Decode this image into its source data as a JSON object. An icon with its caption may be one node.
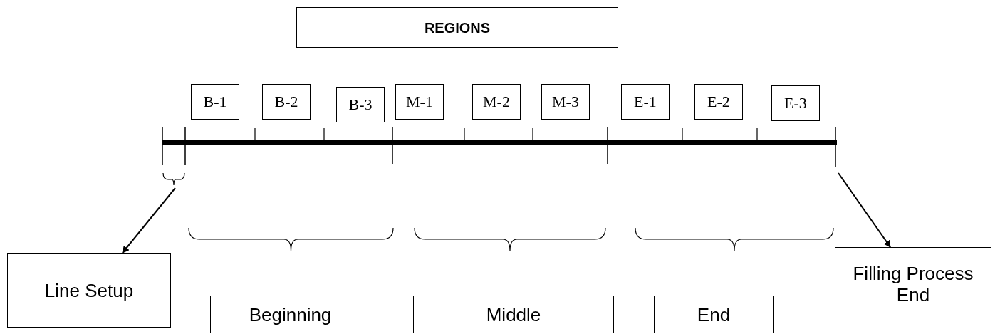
{
  "diagram": {
    "nodes": [
      {
        "text": [
          "REGIONS"
        ]
      },
      {
        "text": [
          "B-1"
        ]
      },
      {
        "text": [
          "B-2"
        ]
      },
      {
        "text": [
          "B-3"
        ]
      },
      {
        "text": [
          "M-1"
        ]
      },
      {
        "text": [
          "M-2"
        ]
      },
      {
        "text": [
          "M-3"
        ]
      },
      {
        "text": [
          "E-1"
        ]
      },
      {
        "text": [
          "E-2"
        ]
      },
      {
        "text": [
          "E-3"
        ]
      },
      {
        "text": [
          "Line Setup"
        ]
      },
      {
        "text": [
          "Beginning"
        ]
      },
      {
        "text": [
          "Middle"
        ]
      },
      {
        "text": [
          "End"
        ]
      },
      {
        "text": [
          "Filling Process End"
        ]
      },
      {
        "text": [],
        "shape": "bracket"
      }
    ],
    "edges": [
      {
        "from": 15,
        "to": 10,
        "arrow": "to"
      },
      {
        "from": null,
        "to": 14,
        "arrow": "to"
      }
    ]
  }
}
